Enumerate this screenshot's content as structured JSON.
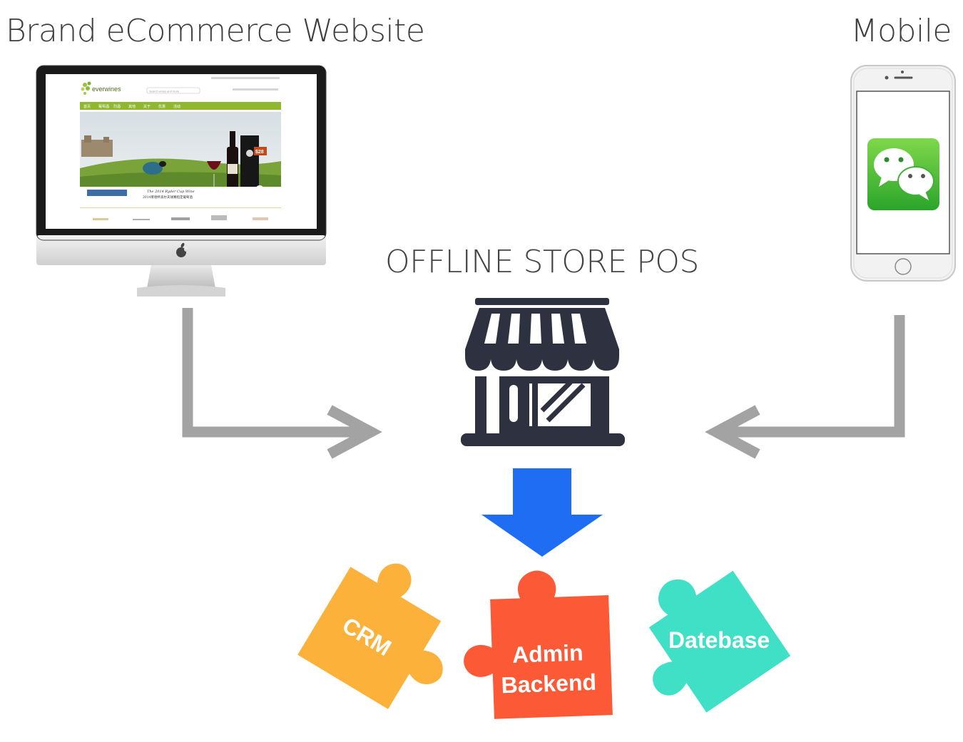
{
  "labels": {
    "web": "Brand eCommerce Website",
    "mobile": "Mobile",
    "pos": "OFFLINE STORE POS"
  },
  "website_screen": {
    "brand": "everwines",
    "search_placeholder": "Search wines and more",
    "nav": [
      "首页",
      "葡萄酒",
      "烈酒",
      "其他",
      "关于",
      "优惠",
      "活动"
    ],
    "banner_line1": "The 2014 Ryder Cup Wine",
    "banner_line2": "2014莱德杯高尔夫球赛指定葡萄酒",
    "price_tag": "$28"
  },
  "mobile_app": {
    "icon": "wechat-icon"
  },
  "modules": [
    {
      "label": "CRM",
      "color": "#fbb13a"
    },
    {
      "label_line1": "Admin",
      "label_line2": "Backend",
      "color": "#fc5a36"
    },
    {
      "label": "Datebase",
      "color": "#3fe0c5"
    }
  ],
  "colors": {
    "arrow_gray": "#a3a3a3",
    "arrow_blue": "#1f6df3",
    "store_dark": "#2e3240"
  }
}
